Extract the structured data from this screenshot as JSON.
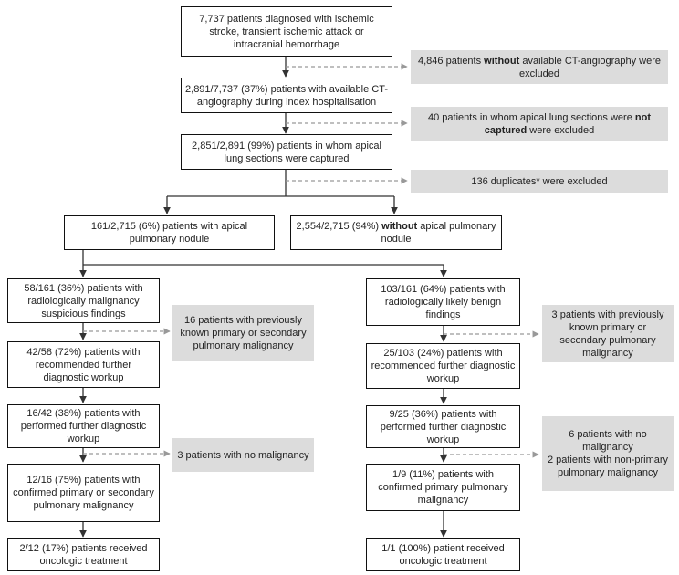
{
  "boxes": {
    "b1": "7,737 patients diagnosed with ischemic stroke, transient ischemic attack or intracranial hemorrhage",
    "b2": "2,891/7,737 (37%) patients with available CT-angiography during index hospitalisation",
    "b3": "2,851/2,891 (99%) patients in whom apical lung sections were captured",
    "ex1": {
      "pre": "4,846 patients ",
      "bold": "without",
      "post": " available CT-angiography were excluded"
    },
    "ex2": {
      "pre": "40 patients in whom apical lung sections were ",
      "bold": "not captured",
      "post": " were excluded"
    },
    "ex3": "136 duplicates* were excluded",
    "l0": "161/2,715 (6%) patients with apical pulmonary nodule",
    "r0": {
      "pre": "2,554/2,715 (94%) ",
      "bold": "without",
      "post": " apical pulmonary nodule"
    },
    "l1": "58/161 (36%) patients with radiologically malignancy suspicious findings",
    "l2": "42/58 (72%) patients with recommended further diagnostic workup",
    "l3": "16/42 (38%) patients with performed further diagnostic workup",
    "l4": "12/16 (75%) patients with confirmed primary or secondary pulmonary malignancy",
    "l5": "2/12 (17%) patients received oncologic treatment",
    "lex1": "16 patients with previously known primary or secondary pulmonary malignancy",
    "lex2": "3 patients with no malignancy",
    "r1": "103/161 (64%) patients with radiologically likely benign findings",
    "r2": "25/103 (24%) patients with recommended further diagnostic workup",
    "r3": "9/25 (36%) patients with performed further diagnostic workup",
    "r4": "1/9 (11%) patients with confirmed primary pulmonary malignancy",
    "r5": "1/1 (100%) patient received oncologic treatment",
    "rex1": "3 patients with previously known primary or secondary pulmonary malignancy",
    "rex2a": "6 patients with no malignancy",
    "rex2b": "2 patients with non-primary pulmonary malignancy"
  }
}
